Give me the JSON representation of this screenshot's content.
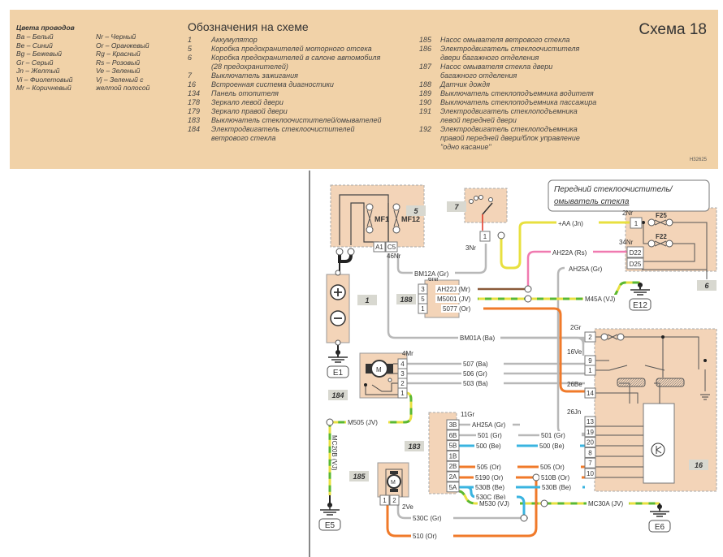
{
  "wire_colors": {
    "title": "Цвета проводов",
    "left": [
      "Ba – Белый",
      "Be – Синий",
      "Bg – Бежевый",
      "Gr – Серый",
      "Jn – Желтый",
      "Vi – Фиолетовый",
      "Mr – Коричневый"
    ],
    "right": [
      "Nr – Черный",
      "Or – Оранжевый",
      "Rg – Красный",
      "Rs – Розовый",
      "Ve – Зеленый",
      "Vj  –  Зеленый  с",
      "желтой полосой"
    ]
  },
  "legend": {
    "title": "Обозначения на схеме",
    "col1": [
      {
        "num": "1",
        "text": "Аккумулятор"
      },
      {
        "num": "5",
        "text": "Коробка предохранителей моторного отсека"
      },
      {
        "num": "6",
        "text": "Коробка предохранителей в салоне автомобиля"
      },
      {
        "num": "",
        "text": "(28 предохранителей)"
      },
      {
        "num": "7",
        "text": "Выключатель зажигания"
      },
      {
        "num": "16",
        "text": "Встроенная система диагностики"
      },
      {
        "num": "134",
        "text": "Панель отопителя"
      },
      {
        "num": "178",
        "text": "Зеркало левой двери"
      },
      {
        "num": "179",
        "text": "Зеркало правой двери"
      },
      {
        "num": "183",
        "text": "Выключатель стеклоочистителей/омывателей"
      },
      {
        "num": "184",
        "text": "Электродвигатель стеклоочистителей"
      },
      {
        "num": "",
        "text": "ветрового стекла"
      }
    ],
    "col2": [
      {
        "num": "185",
        "text": "Насос омывателя ветрового стекла"
      },
      {
        "num": "186",
        "text": "Электродвигатель стеклоочистителя"
      },
      {
        "num": "",
        "text": "двери багажного отделения"
      },
      {
        "num": "187",
        "text": "Насос омывателя стекла двери"
      },
      {
        "num": "",
        "text": "багажного отделения"
      },
      {
        "num": "188",
        "text": "Датчик дождя"
      },
      {
        "num": "189",
        "text": "Выключатель стеклоподъемника водителя"
      },
      {
        "num": "190",
        "text": "Выключатель стеклоподъемника пассажира"
      },
      {
        "num": "191",
        "text": "Электродвигатель стеклоподъемника"
      },
      {
        "num": "",
        "text": "левой передней двери"
      },
      {
        "num": "192",
        "text": "Электродвигатель стеклоподъемника"
      },
      {
        "num": "",
        "text": "правой передней двери/блок управление"
      },
      {
        "num": "",
        "text": "\"одно касание\""
      }
    ]
  },
  "scheme_title": "Схема 18",
  "ref_code": "H32625",
  "diagram": {
    "caption_line1": "Передний стеклоочиститель/",
    "caption_line2": "омыватель стекла",
    "components": {
      "c1": "1",
      "c5": "5",
      "c6": "6",
      "c7": "7",
      "c16": "16",
      "c183": "183",
      "c184": "184",
      "c185": "185",
      "c188": "188"
    },
    "fuses": {
      "mf1": "MF1",
      "mf12": "MF12",
      "f25": "F25",
      "f22": "F22"
    },
    "grounds": {
      "e1": "E1",
      "e5": "E5",
      "e6": "E6",
      "e12": "E12"
    },
    "connectors": {
      "c5_pins": [
        "A1",
        "C5"
      ],
      "c5_label": "46Nr",
      "c7_pin": "1",
      "c7_label": "3Nr",
      "c6_pins": [
        "1",
        "D22",
        "D25"
      ],
      "c6_label_top": "2Nr",
      "c6_label_mid": "34Nr",
      "c188_pins": [
        "3",
        "5",
        "1"
      ],
      "c188_label": "6Nr",
      "c184_pins": [
        "4",
        "3",
        "2",
        "1"
      ],
      "c184_label": "4Mr",
      "c16_pins_top": [
        "2",
        "9",
        "1",
        "14"
      ],
      "c16_labels": [
        "2Gr",
        "16Ve",
        "26Be",
        "26Jn"
      ],
      "c16_pins_bottom": [
        "13",
        "19",
        "20",
        "8",
        "7",
        "10"
      ],
      "c183_pins": [
        "3B",
        "6B",
        "5B",
        "1B",
        "2B",
        "2A",
        "5A"
      ],
      "c183_label": "11Gr",
      "c185_pins": [
        "1",
        "2"
      ],
      "c185_label": "2Ve",
      "motor": "M"
    },
    "wires": {
      "bm12a": "BM12A (Gr)",
      "aa": "+AA (Jn)",
      "ah22a": "AH22A (Rs)",
      "ah25a_top": "AH25A (Gr)",
      "ah22j": "AH22J (Mr)",
      "m5001": "M5001 (JV)",
      "w5077": "5077 (Or)",
      "m45a": "M45A (VJ)",
      "bm01a": "BM01A (Ba)",
      "w507": "507 (Ba)",
      "w506": "506 (Gr)",
      "w503": "503 (Ba)",
      "m505": "M505 (JV)",
      "mc20b": "MC20B (VJ)",
      "ah25a": "AH25A (Gr)",
      "w501a": "501 (Gr)",
      "w501b": "501 (Gr)",
      "w500a": "500 (Be)",
      "w500b": "500 (Be)",
      "w505a": "505 (Or)",
      "w505b": "505 (Or)",
      "w5190": "5190 (Or)",
      "w510b": "510B (Or)",
      "w530b_a": "530B (Be)",
      "w530b_b": "530B (Be)",
      "w530c": "530C (Be)",
      "m530": "M530 (VJ)",
      "mc30a": "MC30A (JV)",
      "w530c_gr": "530C (Gr)",
      "w510": "510 (Or)"
    },
    "colors": {
      "gray": "#b8b8b8",
      "yellow": "#e8e040",
      "pink": "#f07ab0",
      "brown": "#8a5a3a",
      "green": "#5ab832",
      "orange": "#f07a2a",
      "blue": "#3ab4e0",
      "panel": "#f3d4b8",
      "dark": "#333333"
    }
  }
}
